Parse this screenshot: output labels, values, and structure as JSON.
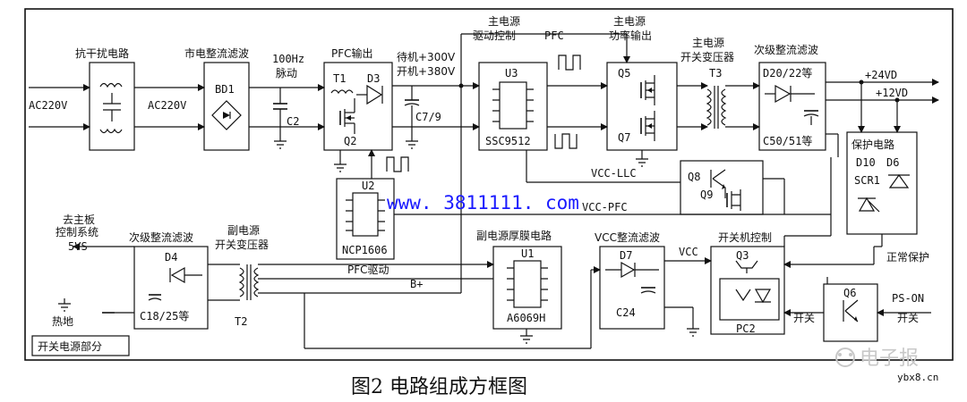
{
  "labels": {
    "ac_in_left": "AC220V",
    "emi_filter": "抗干扰电路",
    "ac_mid": "AC220V",
    "mains_rect": "市电整流滤波",
    "bd1": "BD1",
    "hz100": "100Hz",
    "pulsating": "脉动",
    "c2": "C2",
    "pfc_out": "PFC输出",
    "t1": "T1",
    "d3": "D3",
    "q2": "Q2",
    "standby_v": "待机+300V",
    "on_v": "开机+380V",
    "c7": "C7/9",
    "main_drv_1": "主电源",
    "main_drv_2": "驱动控制",
    "pfc_sig": "PFC",
    "u3": "U3",
    "ssc": "SSC9512",
    "main_pwr_1": "主电源",
    "main_pwr_2": "功率输出",
    "q5": "Q5",
    "q7": "Q7",
    "main_xfmr_1": "主电源",
    "main_xfmr_2": "开关变压器",
    "t3": "T3",
    "sec_rect": "次级整流滤波",
    "d20": "D20/22等",
    "c50": "C50/51等",
    "v24": "+24VD",
    "v12": "+12VD",
    "protect": "保护电路",
    "d10": "D10",
    "d6": "D6",
    "scr1": "SCR1",
    "vcc_llc": "VCC-LLC",
    "q8": "Q8",
    "q9": "Q9",
    "u2": "U2",
    "ncp": "NCP1606",
    "pfc_drv": "PFC驱动",
    "vcc_pfc": "VCC-PFC",
    "to_main_1": "去主板",
    "to_main_2": "控制系统",
    "v5": "5VS",
    "sub_rect": "次级整流滤波",
    "d4": "D4",
    "c18": "C18/25等",
    "hot_gnd": "热地",
    "sub_xfmr_1": "副电源",
    "sub_xfmr_2": "开关变压器",
    "t2": "T2",
    "bplus": "B+",
    "sub_film": "副电源厚膜电路",
    "u1": "U1",
    "a6069": "A6069H",
    "vcc_rect": "VCC整流滤波",
    "d7": "D7",
    "c24": "C24",
    "vcc": "VCC",
    "onoff_ctrl": "开关机控制",
    "q3": "Q3",
    "pc2": "PC2",
    "normal_prot": "正常保护",
    "q6": "Q6",
    "ps_on": "PS-ON",
    "onoff_a": "开关",
    "onoff_b": "开关",
    "section": "开关电源部分",
    "watermark": "www. 3811111. com",
    "caption": "图2  电路组成方框图",
    "logo": "电子报",
    "site": "ybx8.cn"
  }
}
